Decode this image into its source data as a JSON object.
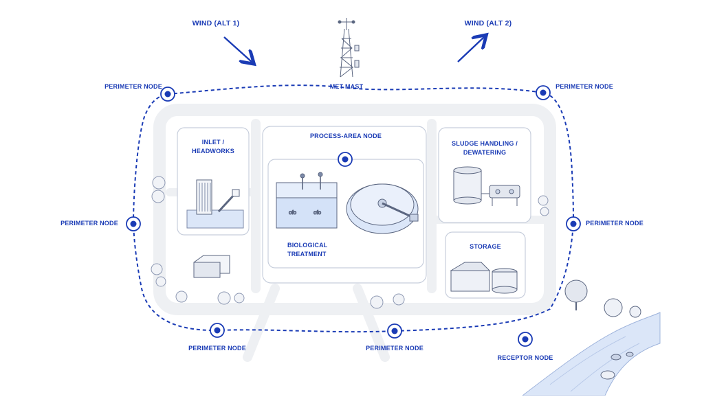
{
  "colors": {
    "accent": "#1a3bb5",
    "line": "#9aa6c2",
    "road": "#eef0f3",
    "water": "#dbe6f8"
  },
  "wind": {
    "alt1_label": "WIND (ALT 1)",
    "alt2_label": "WIND (ALT 2)"
  },
  "met_mast": {
    "label": "MET MAST"
  },
  "nodes": {
    "perimeter_label": "PERIMETER NODE",
    "process_area_label": "PROCESS-AREA NODE",
    "receptor_label": "RECEPTOR NODE"
  },
  "areas": {
    "inlet": {
      "line1": "INLET /",
      "line2": "HEADWORKS"
    },
    "biological": {
      "line1": "BIOLOGICAL",
      "line2": "TREATMENT"
    },
    "sludge": {
      "line1": "SLUDGE HANDLING /",
      "line2": "DEWATERING"
    },
    "storage": {
      "label": "STORAGE"
    }
  }
}
